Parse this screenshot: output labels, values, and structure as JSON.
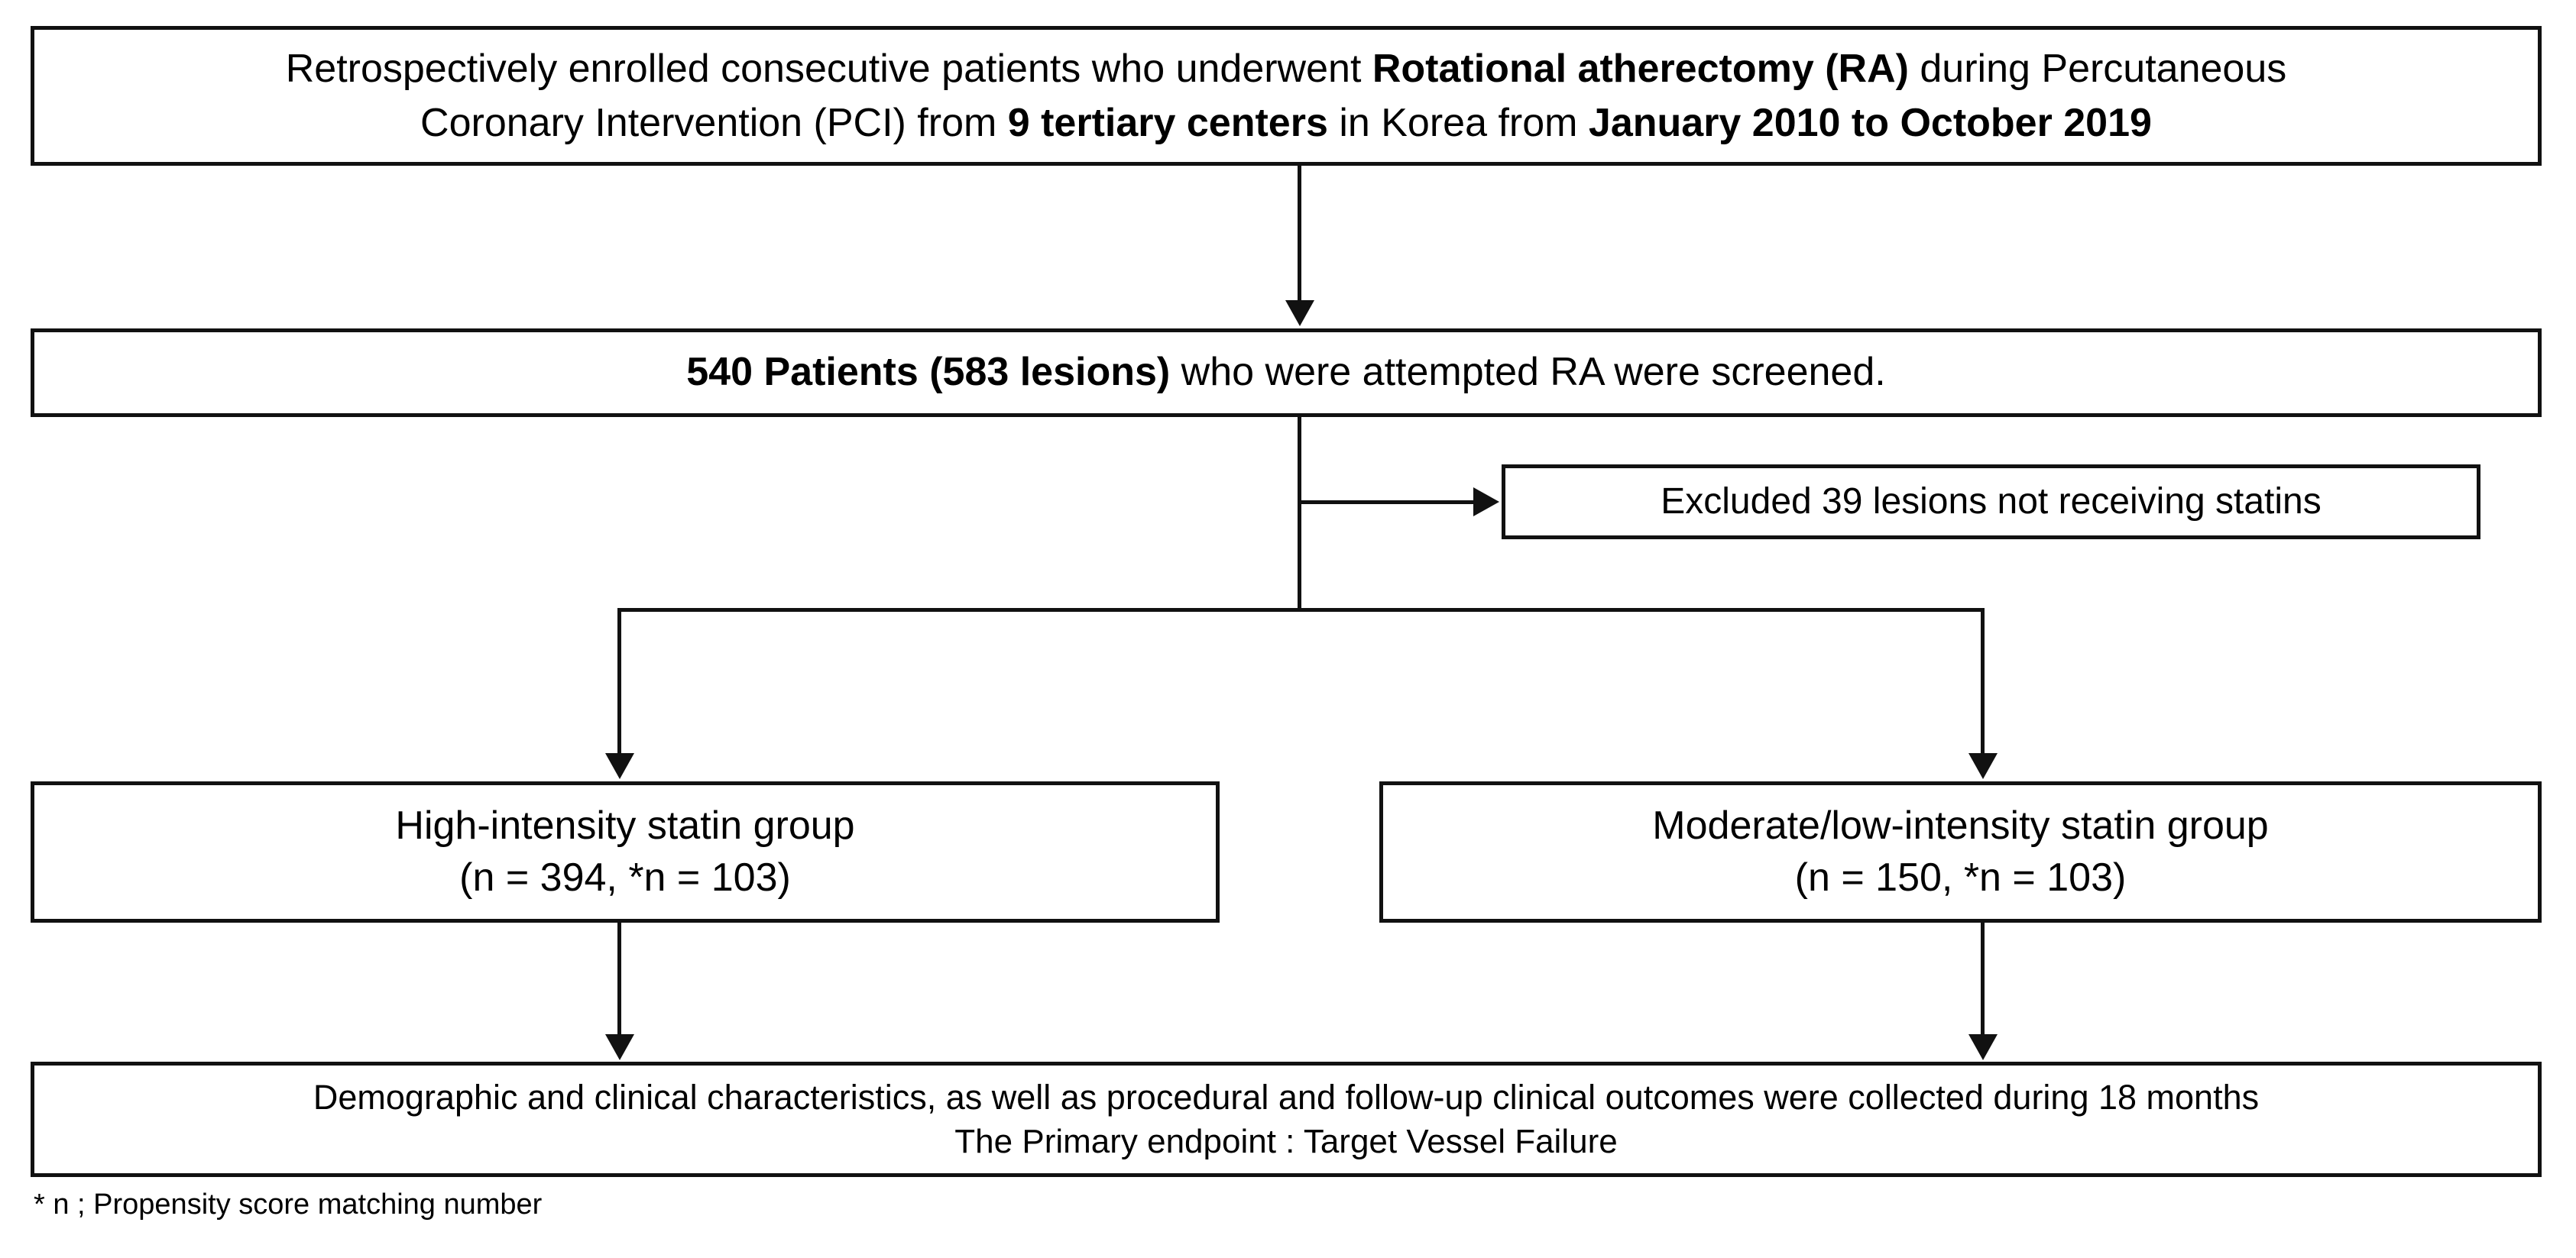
{
  "figure": {
    "type": "flowchart",
    "title": "Study enrollment flow diagram",
    "background_color": "#ffffff",
    "line_color": "#111111",
    "text_color": "#000000"
  },
  "boxes": {
    "enrollment": {
      "name": "enrollment-box",
      "line1_part1": "Retrospectively enrolled consecutive patients who underwent ",
      "line1_bold": "Rotational atherectomy (RA)",
      "line1_part2": " during Percutaneous",
      "line2_part1": "Coronary Intervention (PCI) from ",
      "line2_bold1": "9 tertiary centers",
      "line2_part2": " in Korea from ",
      "line2_bold2": "January 2010 to October 2019"
    },
    "screened": {
      "name": "screened-box",
      "bold": "540 Patients (583 lesions)",
      "rest": " who were attempted RA were screened.",
      "patients": 540,
      "lesions": 583
    },
    "excluded": {
      "name": "excluded-box",
      "text": "Excluded 39 lesions not receiving statins",
      "count": 39
    },
    "high_intensity": {
      "name": "high-intensity-statin-group-box",
      "title": "High-intensity statin group",
      "counts": "(n = 394, *n = 103)",
      "n": 394,
      "matched_n": 103
    },
    "moderate_low": {
      "name": "moderate-low-intensity-statin-group-box",
      "title": "Moderate/low-intensity statin group",
      "counts": "(n = 150, *n = 103)",
      "n": 150,
      "matched_n": 103
    },
    "outcomes": {
      "name": "outcomes-box",
      "line1": "Demographic and clinical characteristics, as well as procedural and follow-up clinical outcomes were collected during 18 months",
      "line2": "The Primary endpoint : Target Vessel Failure",
      "follow_up_months": 18
    }
  },
  "footnote": {
    "text": "* n ; Propensity score matching number"
  },
  "connectors": [
    {
      "name": "enrollment-to-screened-arrow",
      "from": "enrollment",
      "to": "screened",
      "style": "arrow-down"
    },
    {
      "name": "screened-to-excluded-arrow",
      "from": "screened",
      "to": "excluded",
      "style": "arrow-right"
    },
    {
      "name": "screened-to-high-intensity-arrow",
      "from": "screened",
      "to": "high_intensity",
      "style": "elbow-arrow-down"
    },
    {
      "name": "screened-to-moderate-low-arrow",
      "from": "screened",
      "to": "moderate_low",
      "style": "elbow-arrow-down"
    },
    {
      "name": "high-intensity-to-outcomes-arrow",
      "from": "high_intensity",
      "to": "outcomes",
      "style": "arrow-down"
    },
    {
      "name": "moderate-low-to-outcomes-arrow",
      "from": "moderate_low",
      "to": "outcomes",
      "style": "arrow-down"
    }
  ]
}
